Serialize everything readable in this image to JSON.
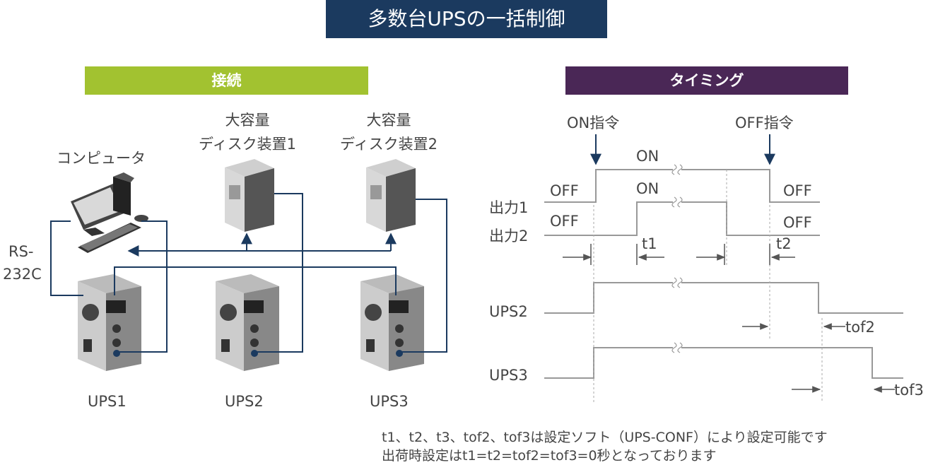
{
  "title": "多数台UPSの一括制御",
  "sections": {
    "connection": "接続",
    "timing": "タイミング"
  },
  "connection": {
    "computer": "コンピュータ",
    "disk1_line1": "大容量",
    "disk1_line2": "ディスク装置1",
    "disk2_line1": "大容量",
    "disk2_line2": "ディスク装置2",
    "rs_line1": "RS-",
    "rs_line2": "232C",
    "ups1": "UPS1",
    "ups2": "UPS2",
    "ups3": "UPS3"
  },
  "timing": {
    "on_cmd": "ON指令",
    "off_cmd": "OFF指令",
    "on_a": "ON",
    "on_b": "ON",
    "off_a": "OFF",
    "off_b": "OFF",
    "off_c": "OFF",
    "off_d": "OFF",
    "out1": "出力1",
    "out2": "出力2",
    "t1": "t1",
    "t2": "t2",
    "ups2": "UPS2",
    "ups3": "UPS3",
    "tof2": "tof2",
    "tof3": "tof3"
  },
  "notes": {
    "line1": "t1、t2、t3、tof2、tof3は設定ソフト（UPS-CONF）により設定可能です",
    "line2": "出荷時設定はt1=t2=tof2=tof3=0秒となっております"
  },
  "colors": {
    "title_bg": "#1b3a5f",
    "connect_bg": "#a2c230",
    "timing_bg": "#4a2756",
    "wire": "#1b3a5f",
    "signal": "#999999"
  }
}
